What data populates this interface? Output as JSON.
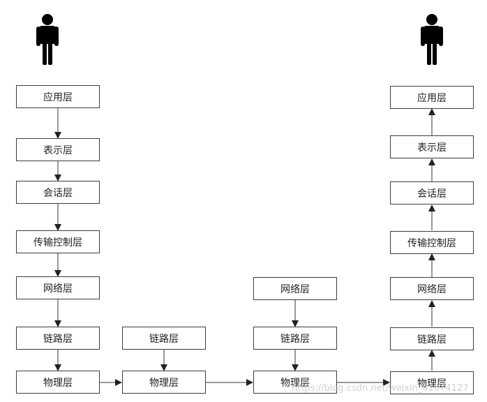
{
  "sender": {
    "icon": "person-icon",
    "layers": {
      "application": "应用层",
      "presentation": "表示层",
      "session": "会话层",
      "transport": "传输控制层",
      "network": "网络层",
      "link": "链路层",
      "physical": "物理层"
    }
  },
  "switch": {
    "layers": {
      "link": "链路层",
      "physical": "物理层"
    }
  },
  "router": {
    "layers": {
      "network": "网络层",
      "link": "链路层",
      "physical": "物理层"
    }
  },
  "receiver": {
    "icon": "person-icon",
    "layers": {
      "application": "应用层",
      "presentation": "表示层",
      "session": "会话层",
      "transport": "传输控制层",
      "network": "网络层",
      "link": "链路层",
      "physical": "物理层"
    }
  },
  "watermark": "https://blog.csdn.net/weixin_41074127",
  "colors": {
    "line": "#333333",
    "border": "#3c3c3c",
    "icon": "#000000"
  }
}
